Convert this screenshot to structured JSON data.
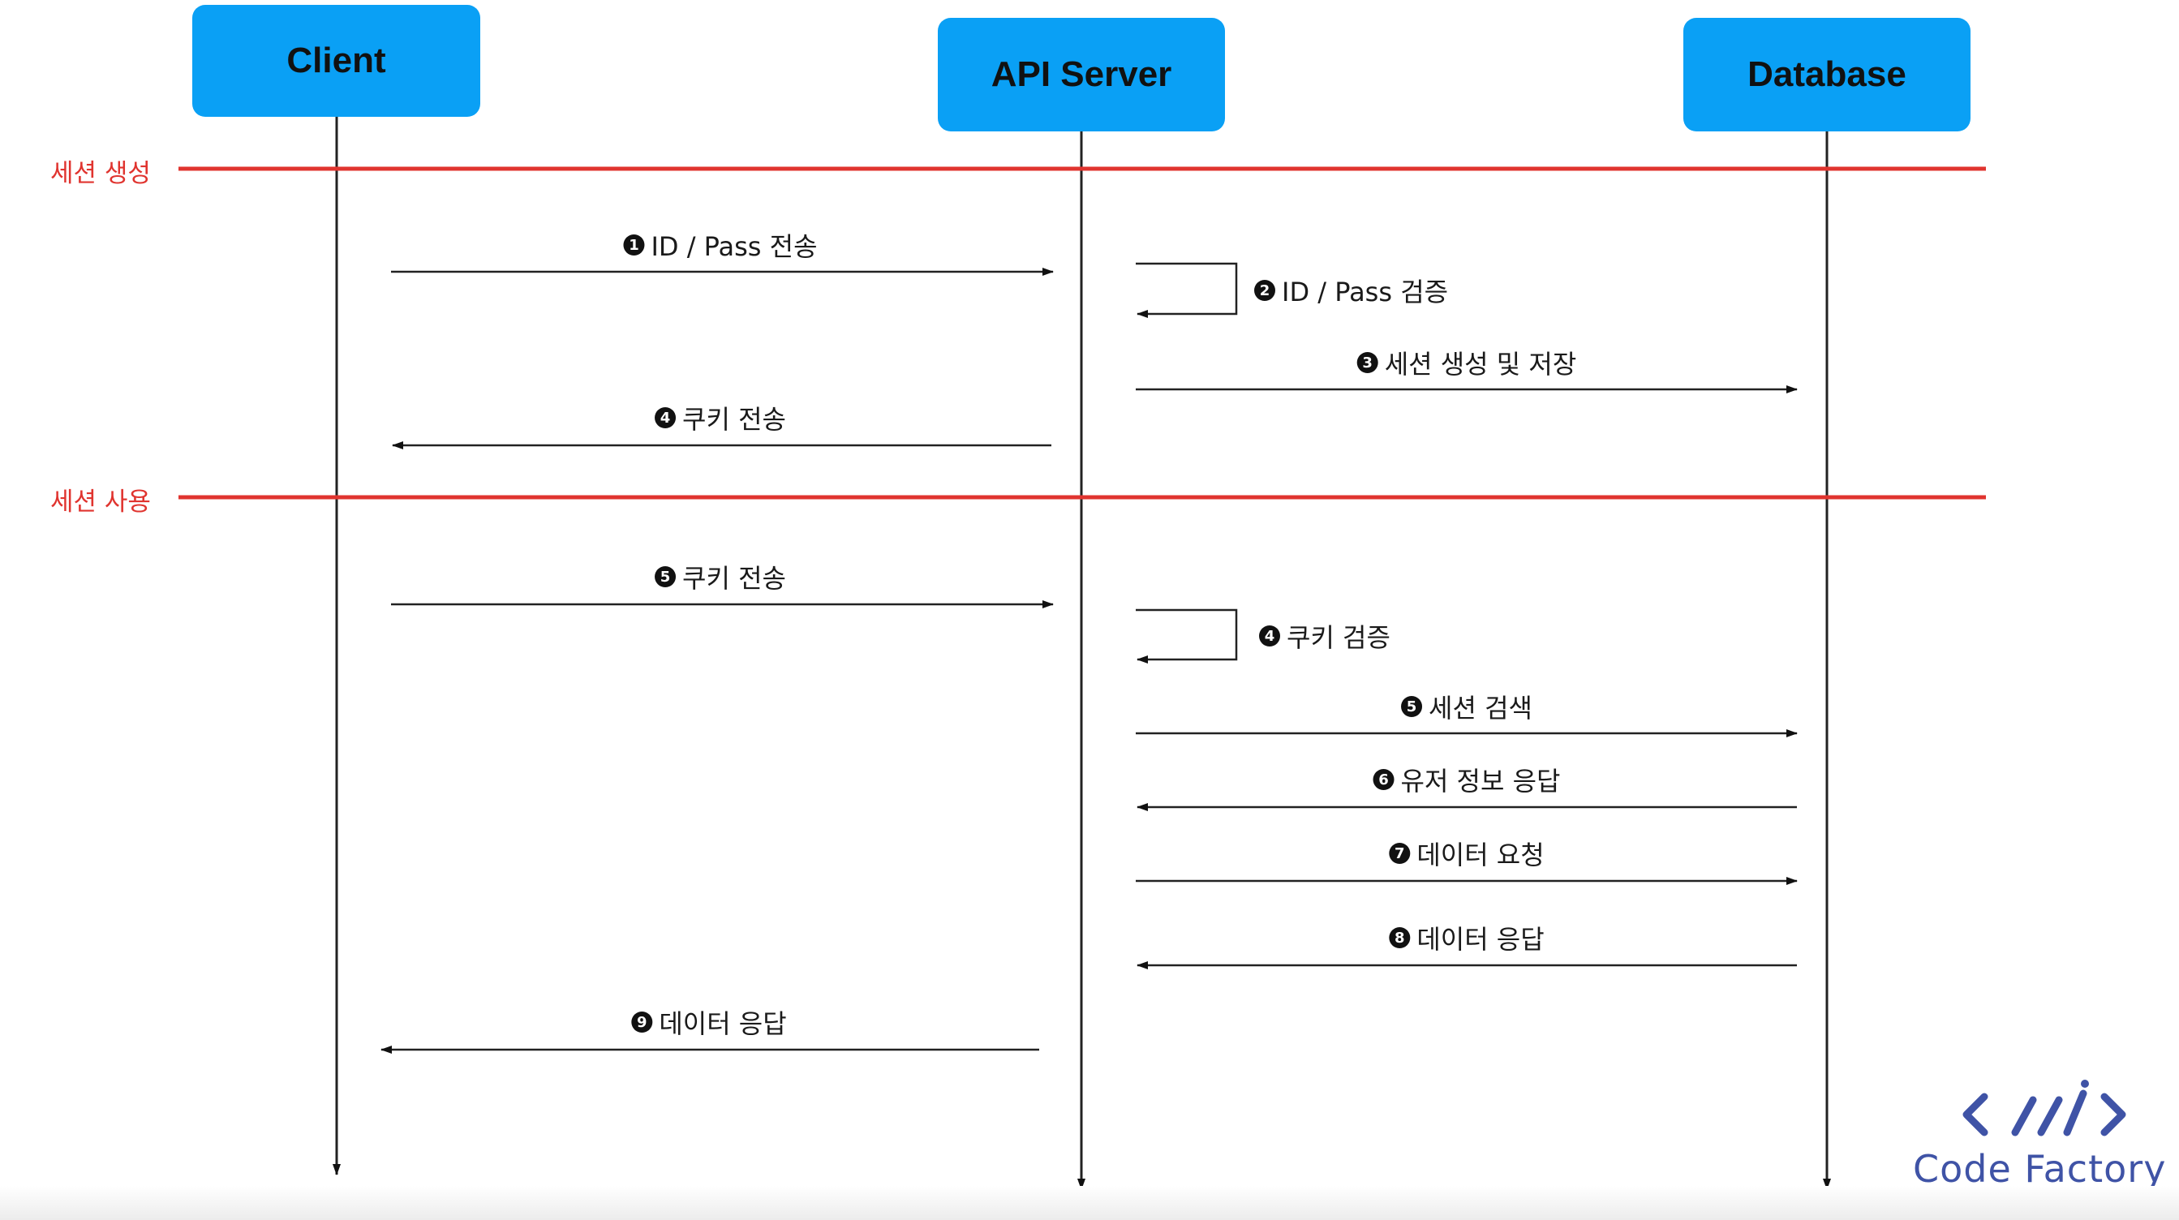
{
  "actors": [
    {
      "id": "client",
      "label": "Client"
    },
    {
      "id": "api",
      "label": "API Server"
    },
    {
      "id": "db",
      "label": "Database"
    }
  ],
  "phases": [
    {
      "label": "세션 생성"
    },
    {
      "label": "세션 사용"
    }
  ],
  "messages": [
    {
      "num": "1",
      "text": "ID / Pass 전송",
      "from": "client",
      "to": "api"
    },
    {
      "num": "2",
      "text": "ID / Pass 검증",
      "from": "api",
      "to": "api"
    },
    {
      "num": "3",
      "text": "세션 생성 및 저장",
      "from": "api",
      "to": "db"
    },
    {
      "num": "4",
      "text": "쿠키 전송",
      "from": "api",
      "to": "client"
    },
    {
      "num": "5",
      "text": "쿠키 전송",
      "from": "client",
      "to": "api"
    },
    {
      "num": "4",
      "text": "쿠키 검증",
      "from": "api",
      "to": "api"
    },
    {
      "num": "5",
      "text": "세션 검색",
      "from": "api",
      "to": "db"
    },
    {
      "num": "6",
      "text": "유저 정보 응답",
      "from": "db",
      "to": "api"
    },
    {
      "num": "7",
      "text": "데이터 요청",
      "from": "api",
      "to": "db"
    },
    {
      "num": "8",
      "text": "데이터 응답",
      "from": "db",
      "to": "api"
    },
    {
      "num": "9",
      "text": "데이터 응답",
      "from": "api",
      "to": "client"
    }
  ],
  "logo": {
    "text": "Code Factory",
    "glyph": "<///>"
  },
  "colors": {
    "actor_fill": "#0aa0f5",
    "phase_line": "#e0342f",
    "logo": "#3f53a6"
  }
}
